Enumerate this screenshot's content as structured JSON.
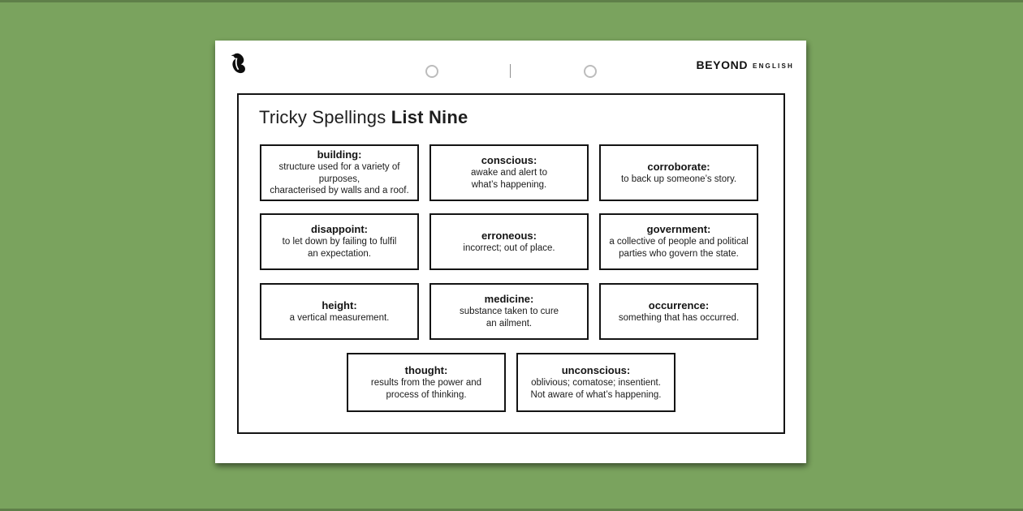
{
  "brand": {
    "logo_icon": "beyond-bird-b-logo",
    "name": "BEYOND",
    "suffix": "ENGLISH"
  },
  "header_marks": {
    "hole_guide_icon": "circle-outline",
    "divider_icon": "vertical-tick"
  },
  "title": {
    "regular": "Tricky Spellings ",
    "bold": "List Nine"
  },
  "colors": {
    "background": "#7AA35E",
    "paper": "#FFFFFF",
    "ink": "#141414",
    "hole_guide": "#BCBCBC"
  },
  "cards": [
    {
      "term": "building:",
      "definition": [
        "structure used for a variety of purposes,",
        "characterised by walls and a roof."
      ]
    },
    {
      "term": "conscious:",
      "definition": [
        "awake and alert to",
        "what’s happening."
      ]
    },
    {
      "term": "corroborate:",
      "definition": [
        "to back up someone’s story."
      ]
    },
    {
      "term": "disappoint:",
      "definition": [
        "to let down by failing to fulfil",
        "an expectation."
      ]
    },
    {
      "term": "erroneous:",
      "definition": [
        "incorrect; out of place."
      ]
    },
    {
      "term": "government:",
      "definition": [
        "a collective of people and political",
        "parties who govern the state."
      ]
    },
    {
      "term": "height:",
      "definition": [
        "a vertical measurement."
      ]
    },
    {
      "term": "medicine:",
      "definition": [
        "substance taken to cure",
        "an ailment."
      ]
    },
    {
      "term": "occurrence:",
      "definition": [
        "something that has occurred."
      ]
    },
    {
      "term": "thought:",
      "definition": [
        "results from the power and",
        "process of thinking."
      ]
    },
    {
      "term": "unconscious:",
      "definition": [
        "oblivious; comatose; insentient.",
        "Not aware of what’s happening."
      ]
    }
  ]
}
